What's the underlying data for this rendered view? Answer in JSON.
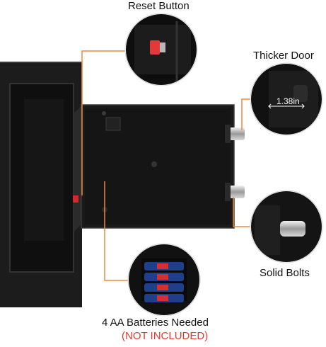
{
  "callouts": {
    "reset_button": "Reset Button",
    "thicker_door": "Thicker Door",
    "door_thickness": "1.38in",
    "solid_bolts": "Solid Bolts",
    "batteries": "4 AA Batteries Needed",
    "not_included": "(NOT INCLUDED)"
  },
  "colors": {
    "leader_line": "#f08a3c",
    "warning_text": "#e23b2e",
    "safe_body": "#1b1b1b",
    "door_panel": "#151515"
  }
}
